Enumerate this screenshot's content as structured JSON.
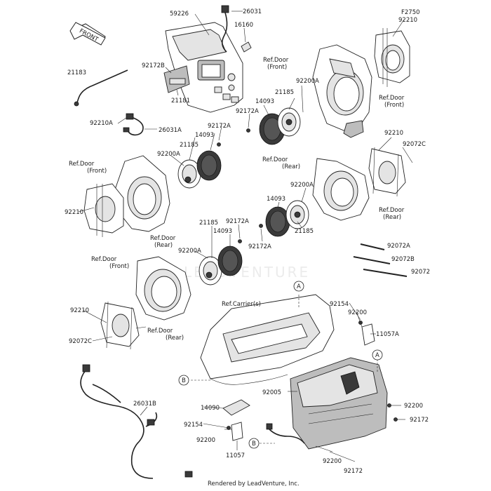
{
  "front_label": "FRONT",
  "watermark": "LEADVENTURE",
  "footer": "Rendered by LeadVenture, Inc.",
  "labels": {
    "p59226": "59226",
    "p26031": "26031",
    "p16160": "16160",
    "pF2750": "F2750",
    "p92210_tr": "92210",
    "p21183": "21183",
    "p92172B": "92172B",
    "p21181": "21181",
    "refdoor_front_top_1": "Ref.Door",
    "refdoor_front_top_2": "(Front)",
    "p21185_a": "21185",
    "p92200A_a": "92200A",
    "p14093_a": "14093",
    "p92172A_a": "92172A",
    "refdoor_front_r_1": "Ref.Door",
    "refdoor_front_r_2": "(Front)",
    "p92210A": "92210A",
    "p26031A": "26031A",
    "p92172A_b": "92172A",
    "p14093_b": "14093",
    "p21185_b": "21185",
    "p92200A_b": "92200A",
    "refdoor_front_l_1": "Ref.Door",
    "refdoor_front_l_2": "(Front)",
    "p92210_l": "92210",
    "refdoor_front_l2_1": "Ref.Door",
    "refdoor_front_l2_2": "(Front)",
    "p92210_mr": "92210",
    "p92072C_r": "92072C",
    "refdoor_rear_m_1": "Ref.Door",
    "refdoor_rear_m_2": "(Rear)",
    "p92200A_c": "92200A",
    "p14093_c": "14093",
    "p92172A_c": "92172A",
    "p21185_c": "21185",
    "refdoor_rear_r_1": "Ref.Door",
    "refdoor_rear_r_2": "(Rear)",
    "refdoor_rear_l_1": "Ref.Door",
    "refdoor_rear_l_2": "(Rear)",
    "p92200A_d": "92200A",
    "p21185_d": "21185",
    "p14093_d": "14093",
    "p92172A_d": "92172A",
    "p92072A": "92072A",
    "p92072B": "92072B",
    "p92072": "92072",
    "p92210_ll": "92210",
    "p92072C_l": "92072C",
    "refdoor_rear_ll_1": "Ref.Door",
    "refdoor_rear_ll_2": "(Rear)",
    "ref_carrier": "Ref.Carrier(s)",
    "callout_A1": "A",
    "callout_A2": "A",
    "callout_B1": "B",
    "callout_B2": "B",
    "p92154_r": "92154",
    "p92200_r": "92200",
    "p11057A": "11057A",
    "p92005": "92005",
    "p26031B": "26031B",
    "p14090": "14090",
    "p92154_b": "92154",
    "p92200_b": "92200",
    "p11057": "11057",
    "p92200_br": "92200",
    "p92172_br": "92172",
    "p92200_bb": "92200",
    "p92172_bb": "92172"
  }
}
